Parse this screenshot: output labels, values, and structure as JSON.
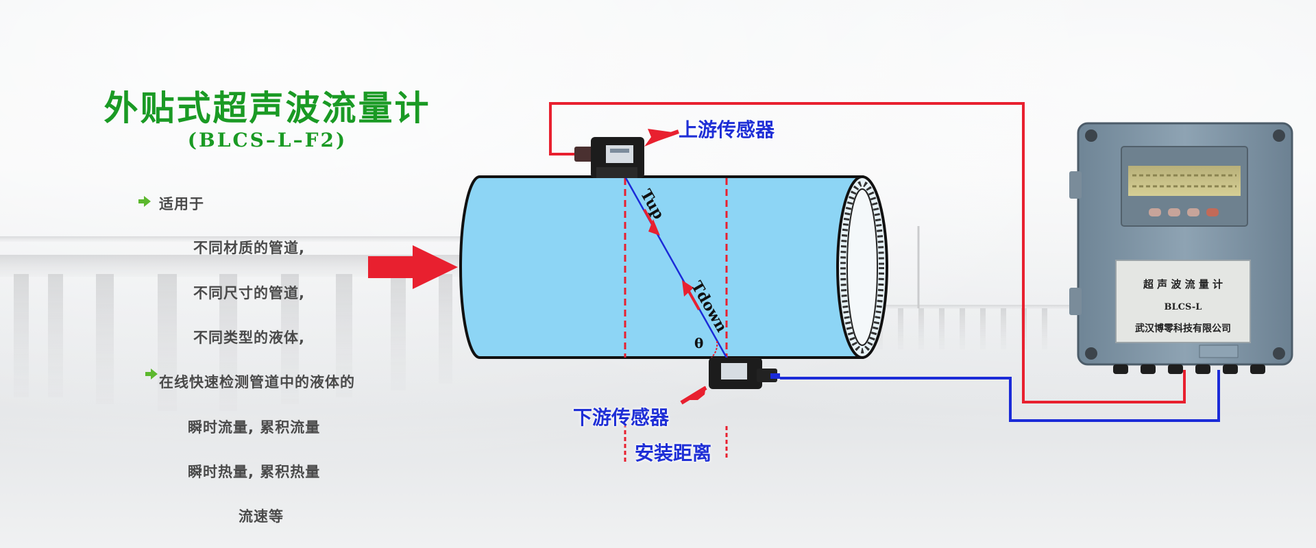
{
  "title": "外贴式超声波流量计",
  "model": "(BLCS–L–F2)",
  "features": {
    "heading1": "适用于",
    "line1": "不同材质的管道,",
    "line2": "不同尺寸的管道,",
    "line3": "不同类型的液体,",
    "heading2": "在线快速检测管道中的液体的",
    "line4": "瞬时流量, 累积流量",
    "line5": "瞬时热量, 累积热量",
    "line6": "流速等"
  },
  "diagram": {
    "upstream_label": "上游传感器",
    "downstream_label": "下游传感器",
    "distance_label": "安装距离",
    "tup_label": "Tup",
    "tdown_label": "Tdown",
    "theta_label": "θ",
    "meter_plate_title": "超 声 波 流 量 计",
    "meter_plate_model": "BLCS-L",
    "meter_plate_company": "武汉博零科技有限公司",
    "colors": {
      "pipe_fill": "#8dd5f5",
      "signal_red": "#e8202f",
      "signal_blue": "#1b2bd8",
      "title_green": "#1a9a24"
    }
  }
}
